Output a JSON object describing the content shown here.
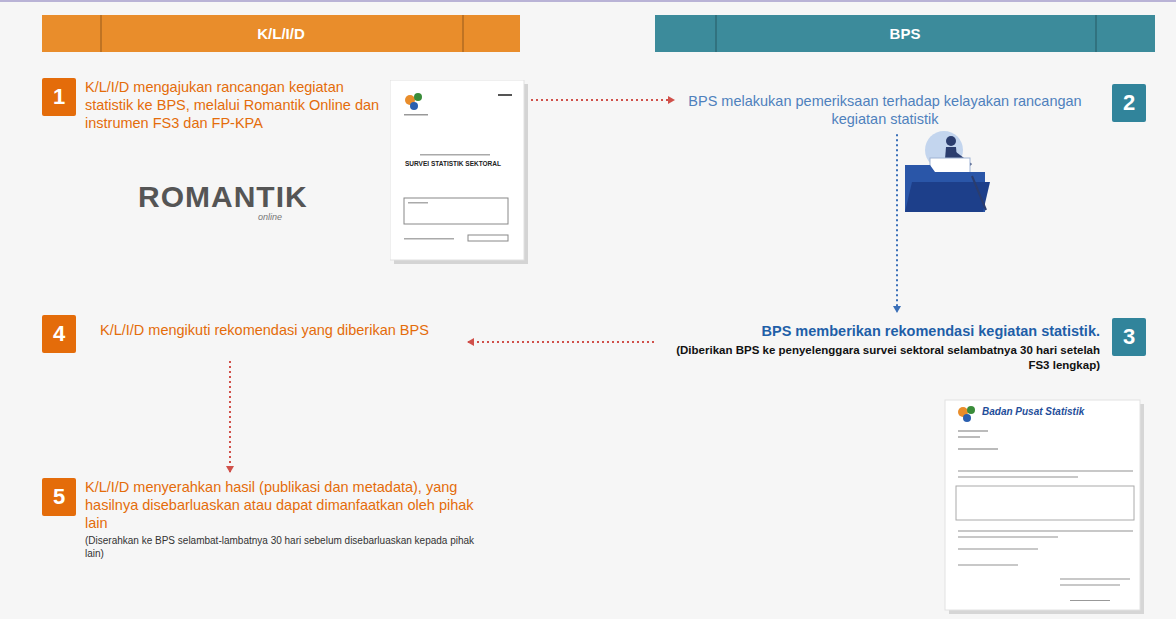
{
  "diagram": {
    "nodes": [
      {
        "text": [
          "K/L/I/D"
        ]
      },
      {
        "text": [
          "BPS"
        ]
      },
      {
        "text": [
          "1",
          "K/L/I/D mengajukan rancangan kegiatan statistik ke BPS, melalui Romantik Online dan instrumen FS3 dan FP-KPA"
        ]
      },
      {
        "text": [
          "2",
          "BPS melakukan pemeriksaan terhadap kelayakan rancangan kegiatan statistik"
        ]
      },
      {
        "text": [
          "3",
          "BPS memberikan rekomendasi kegiatan statistik.",
          "(Diberikan BPS ke penyelenggara survei sektoral selambatnya 30 hari setelah FS3 lengkap)"
        ]
      },
      {
        "text": [
          "4",
          "K/L/I/D mengikuti rekomendasi yang diberikan BPS"
        ]
      },
      {
        "text": [
          "5",
          "K/L/I/D menyerahkan hasil (publikasi dan metadata), yang hasilnya disebarluaskan atau dapat dimanfaatkan oleh pihak lain",
          "(Diserahkan ke BPS selambat-lambatnya 30 hari sebelum disebarluaskan kepada pihak lain)"
        ]
      }
    ],
    "edges": [
      {
        "from": 2,
        "to": 3,
        "arrow": "to"
      },
      {
        "from": 3,
        "to": 4,
        "arrow": "to"
      },
      {
        "from": 4,
        "to": 5,
        "arrow": "to"
      },
      {
        "from": 5,
        "to": 6,
        "arrow": "to"
      }
    ],
    "labels": [
      "ROMANTIK",
      "online",
      "SURVEI STATISTIK SEKTORAL",
      "Badan Pusat Statistik"
    ]
  }
}
